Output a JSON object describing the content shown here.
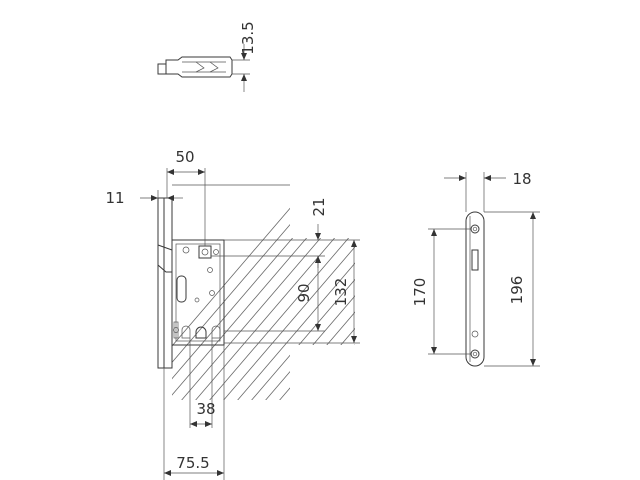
{
  "dimensions": {
    "bolt_height": "13.5",
    "backset": "50",
    "faceplate_offset": "11",
    "top_offset": "21",
    "handle_to_cylinder": "90",
    "body_height": "132",
    "cylinder_offset": "38",
    "body_depth": "75.5",
    "strike_width": "18",
    "strike_hole_spacing": "170",
    "strike_length": "196"
  }
}
